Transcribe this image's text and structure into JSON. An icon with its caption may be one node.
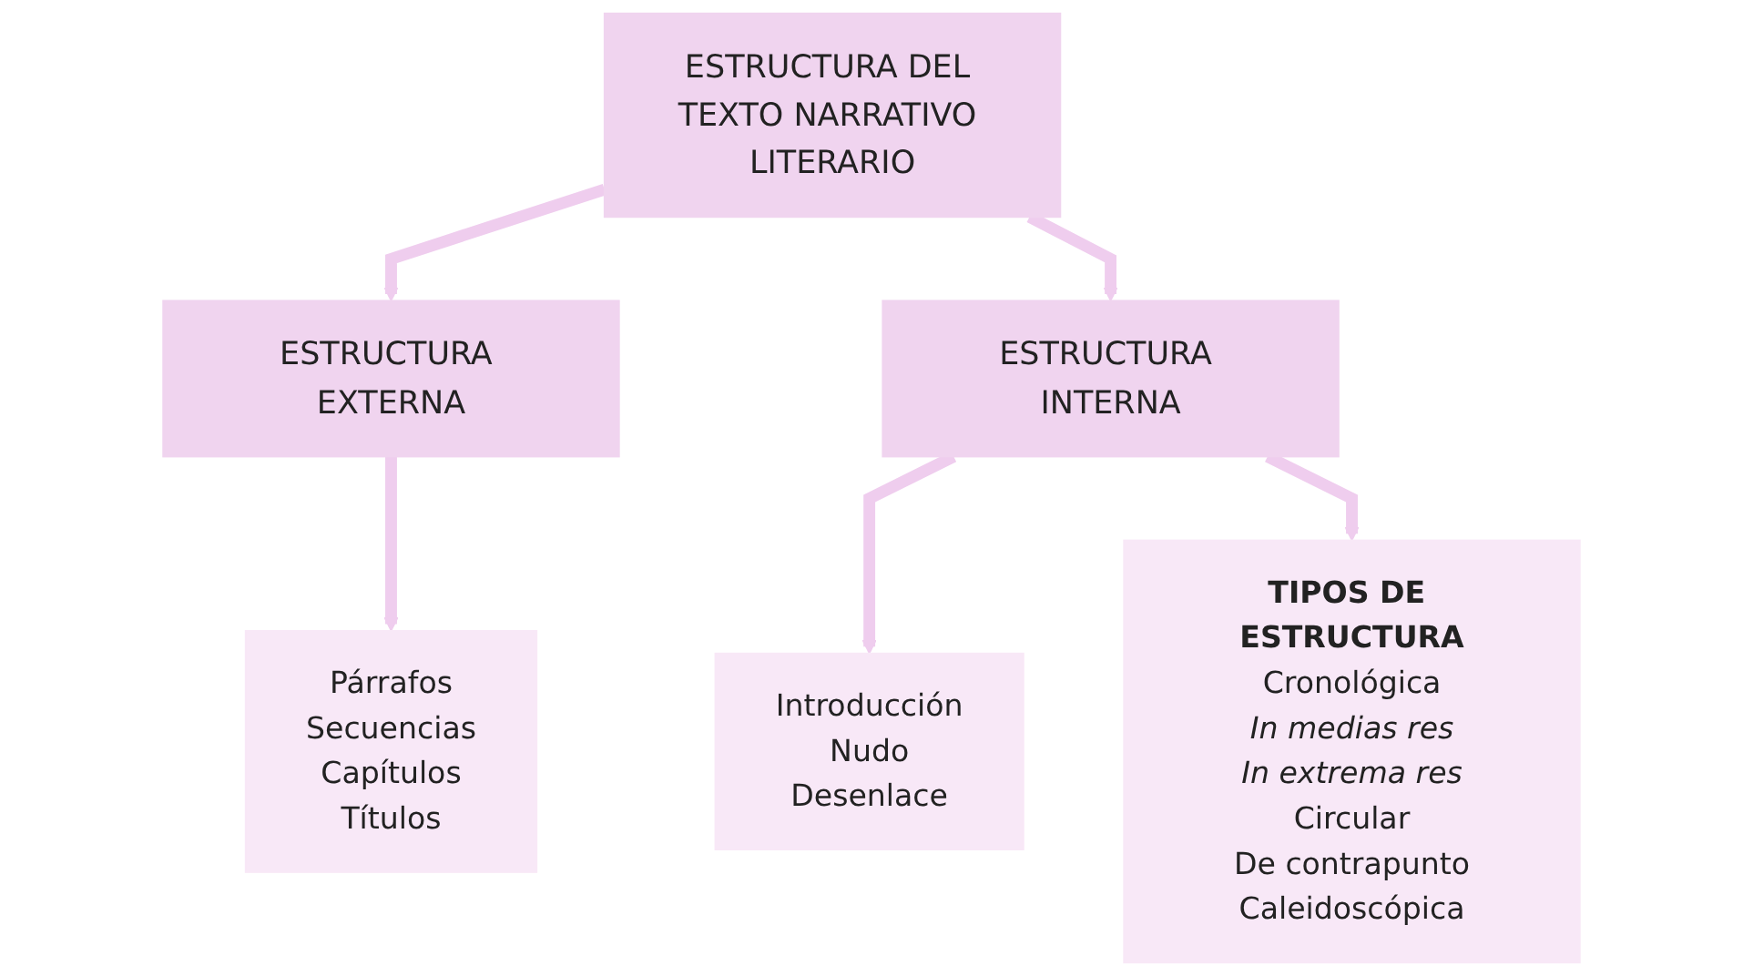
{
  "diagram": {
    "nodes": [
      {
        "text": [
          "ESTRUCTURA DEL TEXTO NARRATIVO LITERARIO"
        ]
      },
      {
        "text": [
          "ESTRUCTURA EXTERNA"
        ]
      },
      {
        "text": [
          "ESTRUCTURA INTERNA"
        ]
      },
      {
        "text": [
          "Párrafos",
          "Secuencias",
          "Capítulos",
          "Títulos"
        ]
      },
      {
        "text": [
          "Introducción",
          "Nudo",
          "Desenlace"
        ]
      },
      {
        "text": [
          "TIPOS DE ESTRUCTURA",
          "Cronológica",
          "In medias res",
          "In extrema res",
          "Circular",
          "De contrapunto",
          "Caleidoscópica"
        ]
      }
    ],
    "edges": [
      {
        "from": 0,
        "to": 1,
        "arrow": "to"
      },
      {
        "from": 0,
        "to": 2,
        "arrow": "to"
      },
      {
        "from": 1,
        "to": 3,
        "arrow": "to"
      },
      {
        "from": 2,
        "to": 4,
        "arrow": "to"
      },
      {
        "from": 2,
        "to": 5,
        "arrow": "to"
      }
    ]
  }
}
